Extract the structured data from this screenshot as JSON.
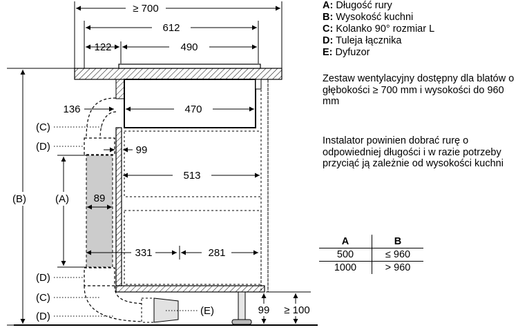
{
  "legend": [
    {
      "key": "A:",
      "text": "Długość rury"
    },
    {
      "key": "B:",
      "text": "Wysokość kuchni"
    },
    {
      "key": "C:",
      "text": "Kolanko 90° rozmiar L"
    },
    {
      "key": "D:",
      "text": "Tuleja łącznika"
    },
    {
      "key": "E:",
      "text": "Dyfuzor"
    }
  ],
  "notes": {
    "kit": "Zestaw wentylacyjny dostępny dla blatów o głębokości ≥ 700 mm i wysokości do 960 mm",
    "installer": "Instalator powinien dobrać rurę o odpowiedniej długości i w razie potrzeby przyciąć ją zależnie od wysokości kuchni"
  },
  "table": {
    "headers": [
      "A",
      "B"
    ],
    "rows": [
      [
        "500",
        "≤ 960"
      ],
      [
        "1000",
        "> 960"
      ]
    ]
  },
  "dimensions": {
    "d700": "≥ 700",
    "d612": "612",
    "d122": "122",
    "d490": "490",
    "d136": "136",
    "d470": "470",
    "d99top": "99",
    "d513": "513",
    "d89": "89",
    "d331": "331",
    "d281": "281",
    "d99bottom": "99",
    "d100": "≥ 100"
  },
  "labels": {
    "c_top": "(C)",
    "d_top": "(D)",
    "a": "(A)",
    "b": "(B)",
    "d_mid": "(D)",
    "c_bottom": "(C)",
    "d_bottom": "(D)",
    "e": "(E)"
  }
}
